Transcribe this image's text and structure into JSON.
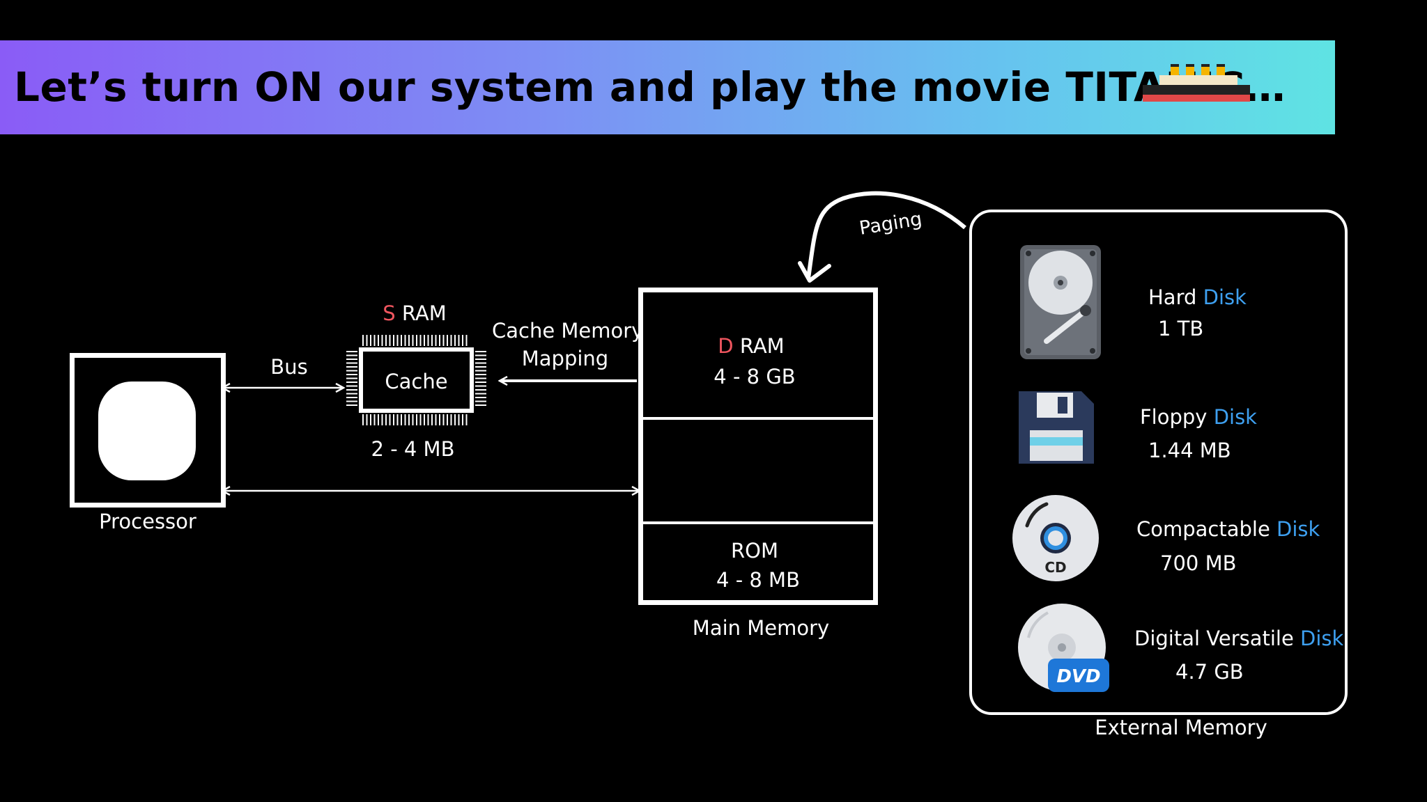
{
  "banner": {
    "title": "Let’s turn ON our system and play the movie TITANIC…",
    "icon": "ship-icon"
  },
  "processor": {
    "label": "Processor"
  },
  "bus": {
    "label": "Bus"
  },
  "cache": {
    "type_letter": "S",
    "type_rest": " RAM",
    "label": "Cache",
    "size": "2 - 4 MB"
  },
  "mapping": {
    "line1": "Cache Memory",
    "line2": "Mapping"
  },
  "main_memory": {
    "label": "Main Memory",
    "dram": {
      "letter": "D",
      "rest": " RAM",
      "size": "4 - 8 GB"
    },
    "rom": {
      "name": "ROM",
      "size": "4 - 8 MB"
    }
  },
  "paging": {
    "label": "Paging"
  },
  "external": {
    "label": "External Memory",
    "items": [
      {
        "name": "Hard ",
        "highlight": "Disk",
        "size": "1 TB",
        "icon": "hard-disk-icon"
      },
      {
        "name": "Floppy ",
        "highlight": "Disk",
        "size": "1.44 MB",
        "icon": "floppy-disk-icon"
      },
      {
        "name": "Compactable ",
        "highlight": "Disk",
        "size": "700 MB",
        "icon": "cd-icon",
        "badge": "CD"
      },
      {
        "name": "Digital Versatile ",
        "highlight": "Disk",
        "size": "4.7 GB",
        "icon": "dvd-icon",
        "badge": "DVD"
      }
    ]
  },
  "colors": {
    "accent_red": "#f0565f",
    "accent_blue": "#3ea0f0"
  }
}
